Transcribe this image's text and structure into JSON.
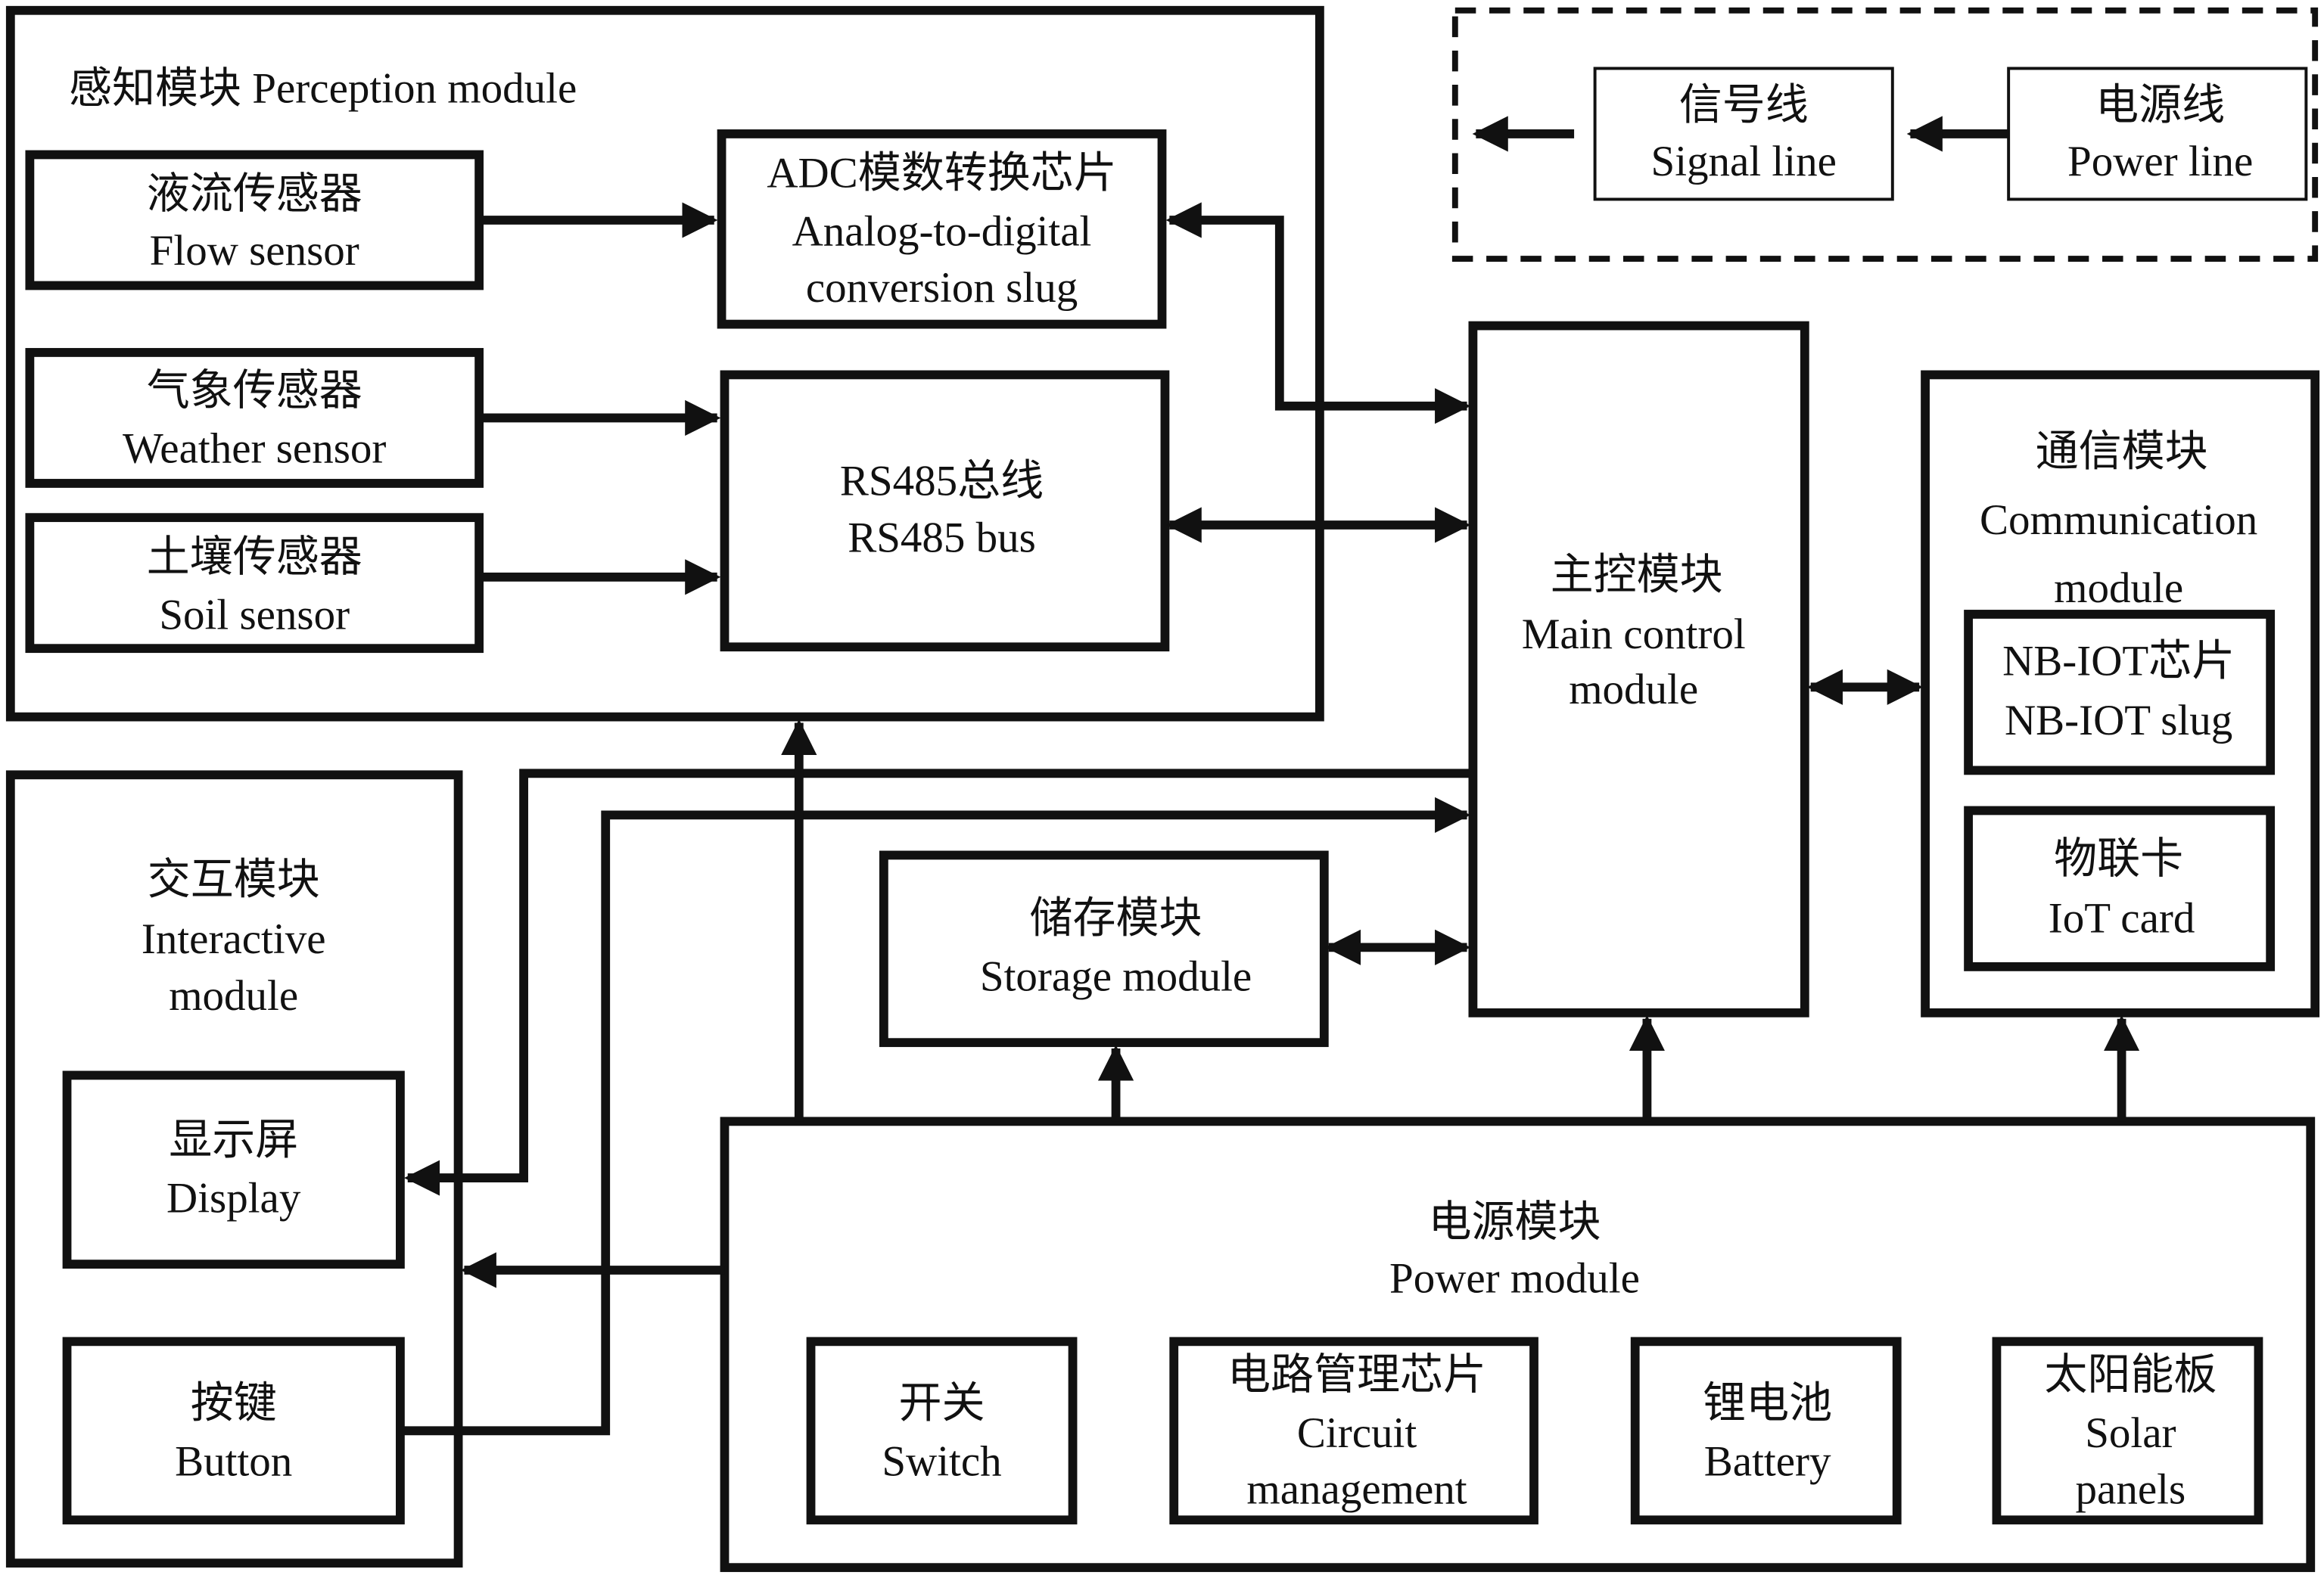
{
  "legend": {
    "signal_line": [
      "信号线",
      "Signal line"
    ],
    "power_line": [
      "电源线",
      "Power line"
    ]
  },
  "perception": {
    "title": "感知模块 Perception module",
    "flow_sensor": [
      "液流传感器",
      "Flow sensor"
    ],
    "weather_sensor": [
      "气象传感器",
      "Weather sensor"
    ],
    "soil_sensor": [
      "土壤传感器",
      "Soil sensor"
    ],
    "adc": [
      "ADC模数转换芯片",
      "Analog-to-digital",
      "conversion slug"
    ],
    "rs485": [
      "RS485总线",
      "RS485 bus"
    ]
  },
  "main_control": [
    "主控模块",
    "Main control",
    "module"
  ],
  "communication": {
    "title": [
      "通信模块",
      "Communication",
      "module"
    ],
    "nbiot": [
      "NB-IOT芯片",
      "NB-IOT slug"
    ],
    "iot_card": [
      "物联卡",
      "IoT card"
    ]
  },
  "interactive": {
    "title": [
      "交互模块",
      "Interactive",
      "module"
    ],
    "display": [
      "显示屏",
      "Display"
    ],
    "button": [
      "按键",
      "Button"
    ]
  },
  "storage": [
    "储存模块",
    "Storage module"
  ],
  "power": {
    "title": [
      "电源模块",
      "Power module"
    ],
    "switch": [
      "开关",
      "Switch"
    ],
    "circuit": [
      "电路管理芯片",
      "Circuit",
      "management"
    ],
    "battery": [
      "锂电池",
      "Battery"
    ],
    "solar": [
      "太阳能板",
      "Solar",
      "panels"
    ]
  }
}
